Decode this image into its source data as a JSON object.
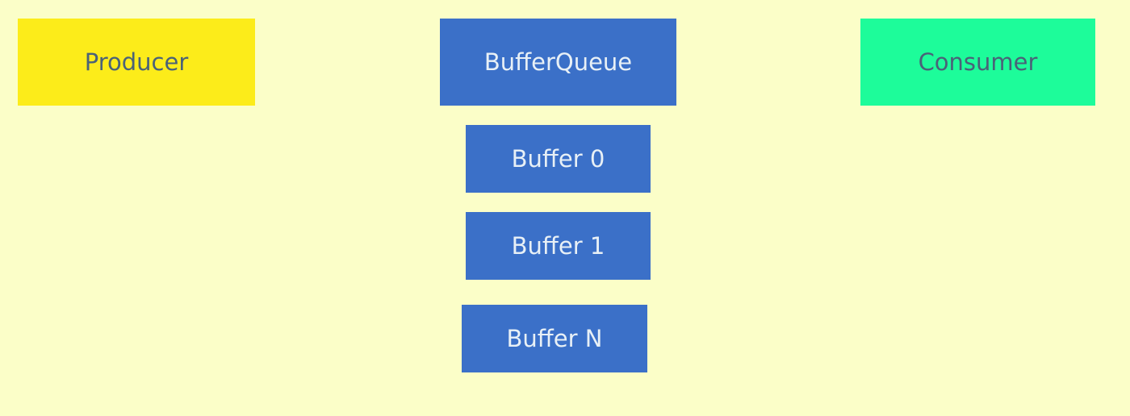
{
  "colors": {
    "background": "#FBFEC8",
    "producer_fill": "#FCEC1A",
    "producer_text": "#4A6278",
    "queue_fill": "#3B70C8",
    "queue_text": "#E8F0F6",
    "consumer_fill": "#1DFC9A",
    "consumer_text": "#4A6278",
    "buffer_fill": "#3B70C8",
    "buffer_text": "#E8F0F6"
  },
  "producer": {
    "label": "Producer"
  },
  "buffer_queue": {
    "label": "BufferQueue"
  },
  "consumer": {
    "label": "Consumer"
  },
  "buffers": [
    {
      "label": "Buffer 0"
    },
    {
      "label": "Buffer 1"
    },
    {
      "label": "Buffer N"
    }
  ]
}
